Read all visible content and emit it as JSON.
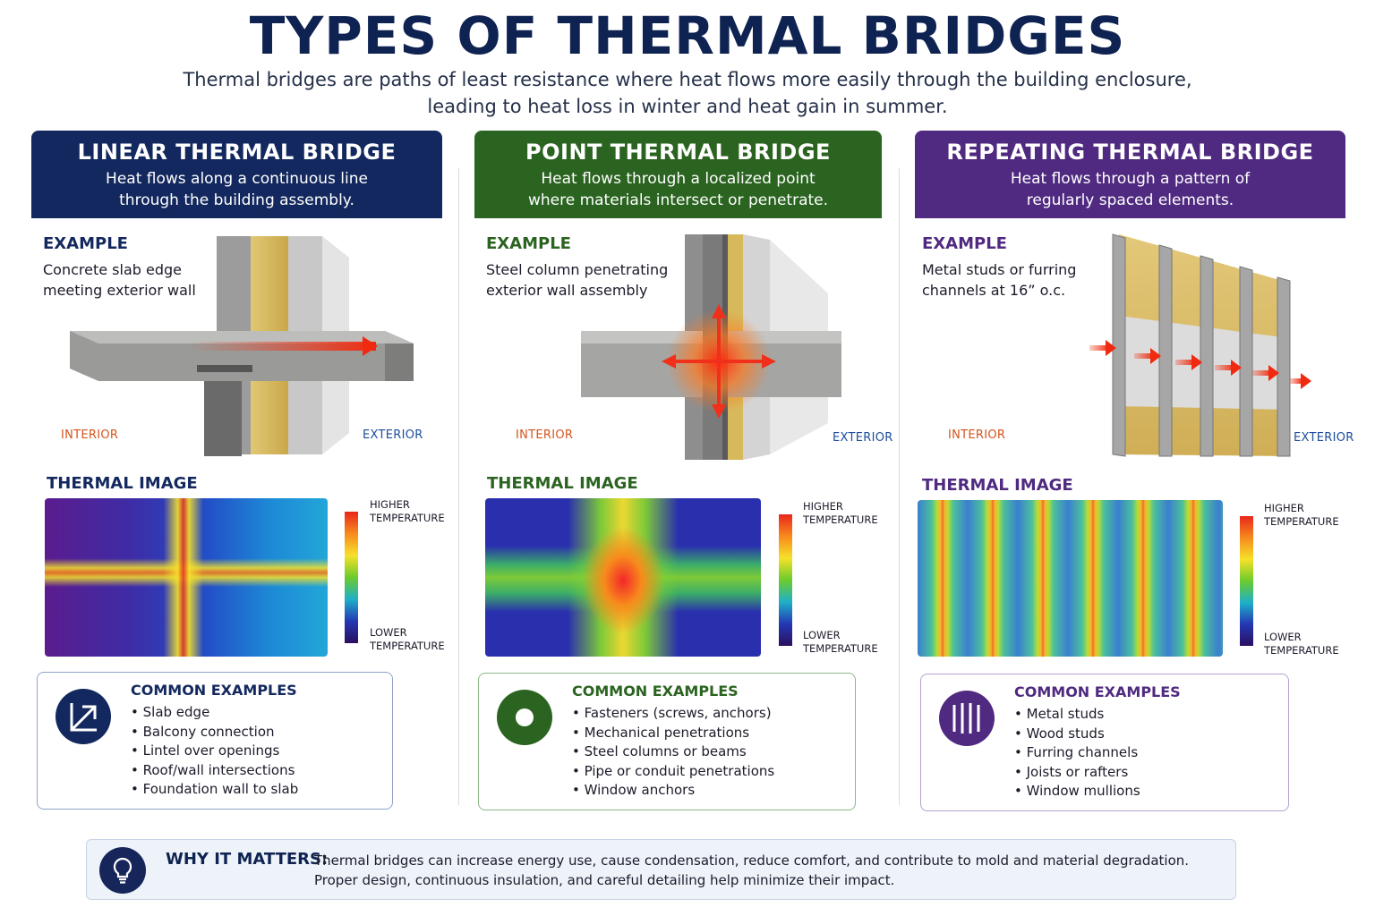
{
  "title": "TYPES OF THERMAL BRIDGES",
  "subtitle": "Thermal bridges are paths of least resistance where heat flows more easily through the building enclosure, leading to heat loss in winter and heat gain in summer.",
  "labels": {
    "example": "EXAMPLE",
    "interior": "INTERIOR",
    "exterior": "EXTERIOR",
    "thermal_image": "THERMAL IMAGE",
    "higher": "HIGHER TEMPERATURE",
    "lower": "LOWER TEMPERATURE",
    "common_examples": "COMMON EXAMPLES"
  },
  "columns": [
    {
      "heading": "LINEAR THERMAL BRIDGE",
      "description": "Heat flows along a continuous line through the building assembly.",
      "color": "#13285e",
      "example_text": "Concrete slab edge meeting exterior wall",
      "icon": "linear-bridge-icon",
      "common_examples": [
        "Slab edge",
        "Balcony connection",
        "Lintel over openings",
        "Roof/wall intersections",
        "Foundation wall to slab"
      ]
    },
    {
      "heading": "POINT THERMAL BRIDGE",
      "description": "Heat flows through a localized point where materials intersect or penetrate.",
      "color": "#2b6420",
      "example_text": "Steel column penetrating exterior wall assembly",
      "icon": "point-bridge-icon",
      "common_examples": [
        "Fasteners (screws, anchors)",
        "Mechanical penetrations",
        "Steel columns or beams",
        "Pipe or conduit penetrations",
        "Window anchors"
      ]
    },
    {
      "heading": "REPEATING THERMAL BRIDGE",
      "description": "Heat flows through a pattern of regularly spaced elements.",
      "color": "#4f2a80",
      "example_text": "Metal studs or furring channels at 16” o.c.",
      "icon": "repeating-bridge-icon",
      "common_examples": [
        "Metal studs",
        "Wood studs",
        "Furring channels",
        "Joists or rafters",
        "Window mullions"
      ]
    }
  ],
  "why": {
    "label": "WHY IT MATTERS:",
    "text": "Thermal bridges can increase energy use, cause condensation, reduce comfort, and contribute to mold and material degradation. Proper design, continuous insulation, and careful detailing help minimize their impact.",
    "icon": "lightbulb-icon"
  }
}
